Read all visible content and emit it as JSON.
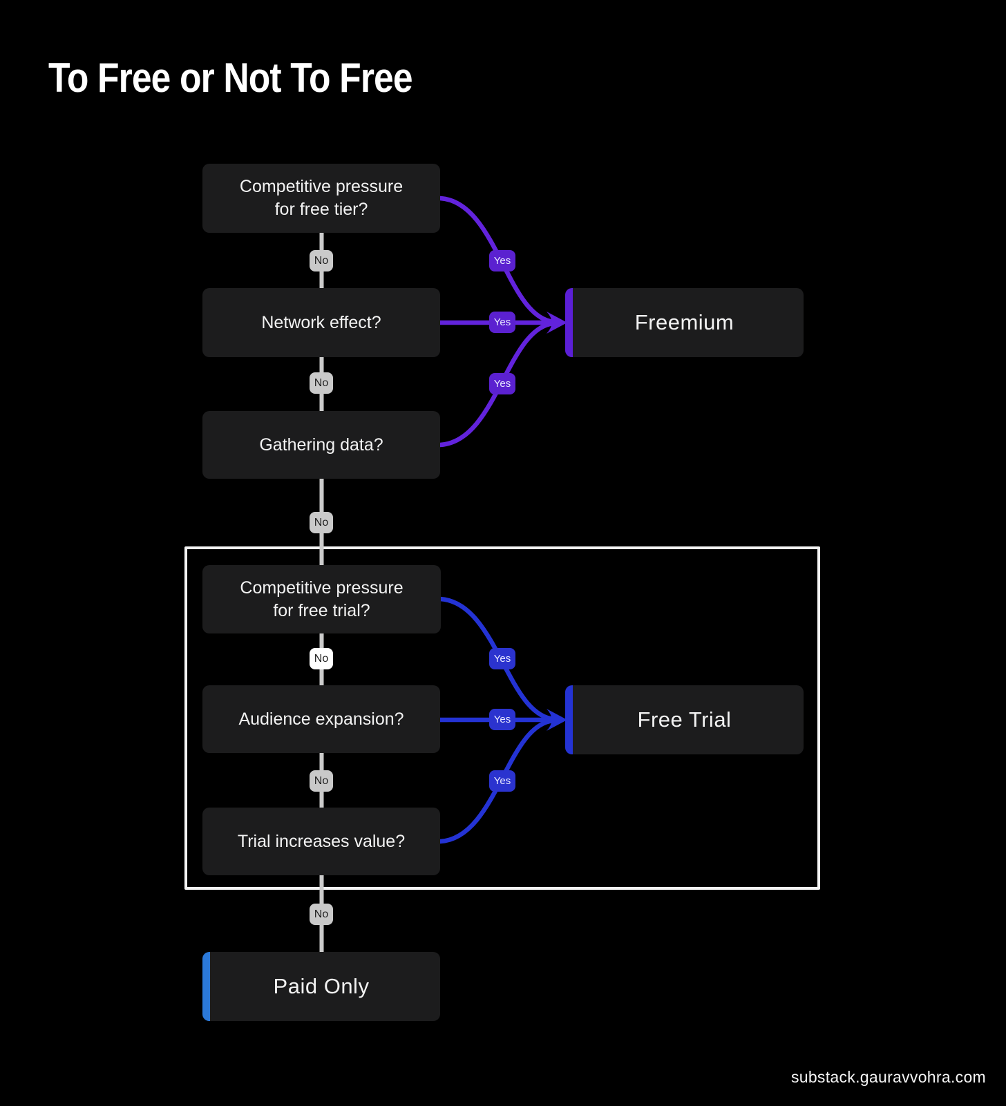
{
  "title": "To Free or Not To Free",
  "footer": "substack.gauravvohra.com",
  "labels": {
    "yes": "Yes",
    "no": "No"
  },
  "questions": {
    "free_tier": "Competitive pressure\nfor free tier?",
    "network": "Network effect?",
    "gathering_data": "Gathering data?",
    "free_trial_pressure": "Competitive pressure\nfor free trial?",
    "audience": "Audience expansion?",
    "trial_value": "Trial increases value?"
  },
  "outcomes": {
    "freemium": "Freemium",
    "free_trial": "Free Trial",
    "paid_only": "Paid Only"
  },
  "edges": [
    {
      "from": "Competitive pressure for free tier?",
      "label": "Yes",
      "to": "Freemium"
    },
    {
      "from": "Competitive pressure for free tier?",
      "label": "No",
      "to": "Network effect?"
    },
    {
      "from": "Network effect?",
      "label": "Yes",
      "to": "Freemium"
    },
    {
      "from": "Network effect?",
      "label": "No",
      "to": "Gathering data?"
    },
    {
      "from": "Gathering data?",
      "label": "Yes",
      "to": "Freemium"
    },
    {
      "from": "Gathering data?",
      "label": "No",
      "to": "Competitive pressure for free trial?"
    },
    {
      "from": "Competitive pressure for free trial?",
      "label": "Yes",
      "to": "Free Trial"
    },
    {
      "from": "Competitive pressure for free trial?",
      "label": "No",
      "to": "Audience expansion?"
    },
    {
      "from": "Audience expansion?",
      "label": "Yes",
      "to": "Free Trial"
    },
    {
      "from": "Audience expansion?",
      "label": "No",
      "to": "Trial increases value?"
    },
    {
      "from": "Trial increases value?",
      "label": "Yes",
      "to": "Free Trial"
    },
    {
      "from": "Trial increases value?",
      "label": "No",
      "to": "Paid Only"
    }
  ],
  "colors": {
    "background": "#000000",
    "node_bg": "#1c1c1d",
    "no_line": "#cbcbcb",
    "no_badge": "#c9c9c9",
    "no_badge_alt": "#ffffff",
    "yes_purple": "#5b21d0",
    "purple_line": "#6223dc",
    "freemium_accent": "#5b1fd6",
    "yes_blue": "#2b33cf",
    "blue_line": "#2433d4",
    "free_trial_accent": "#2433d4",
    "paid_only_accent": "#2b79d9",
    "frame_border": "#f4f4f4"
  }
}
